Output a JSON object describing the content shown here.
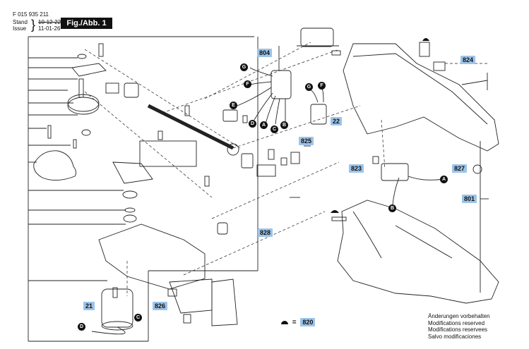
{
  "header": {
    "part_number": "F 015 935 211",
    "stand_label": "Stand",
    "issue_label": "Issue",
    "old_date": "10-12-22",
    "new_date": "11-01-26",
    "figure_label": "Fig./Abb. 1"
  },
  "callouts": {
    "c804": "804",
    "c824": "824",
    "c22": "22",
    "c825": "825",
    "c823": "823",
    "c827": "827",
    "c801": "801",
    "c828": "828",
    "c21": "21",
    "c826": "826"
  },
  "connectors": {
    "g1": "G",
    "f1": "F",
    "e1": "E",
    "d1": "D",
    "a1": "A",
    "c1": "C",
    "b1": "B",
    "g2": "G",
    "f2": "F",
    "a2": "A",
    "b2": "B",
    "c3": "C",
    "d3": "D"
  },
  "legend": {
    "symbol_name": "grease-dome-icon",
    "equals": "=",
    "code": "820"
  },
  "footer": {
    "lines": [
      "Änderungen vorbehalten",
      "Modifications reserved",
      "Modifications reservees",
      "Salvo modificaciones"
    ]
  }
}
